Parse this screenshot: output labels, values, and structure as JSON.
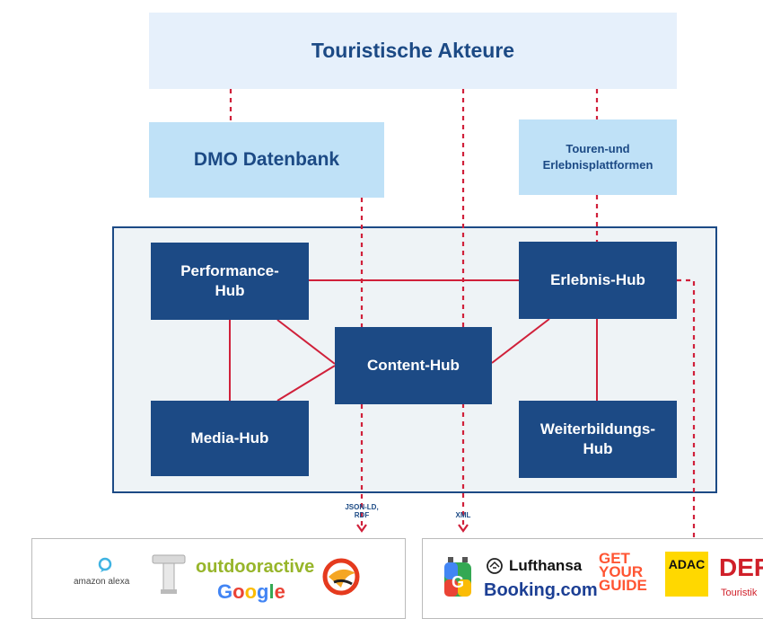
{
  "top": {
    "title": "Touristische Akteure"
  },
  "dmo": {
    "title": "DMO Datenbank"
  },
  "touren": {
    "line1": "Touren-und",
    "line2": "Erlebnisplattformen"
  },
  "hubs": {
    "performance": {
      "line1": "Performance-",
      "line2": "Hub"
    },
    "media": {
      "label": "Media-Hub"
    },
    "content": {
      "label": "Content-Hub"
    },
    "erlebnis": {
      "label": "Erlebnis-Hub"
    },
    "weiterbildung": {
      "line1": "Weiterbildungs-",
      "line2": "Hub"
    }
  },
  "arrows": {
    "jsonld_line1": "JSON-LD,",
    "jsonld_line2": "RDF",
    "xml": "XML"
  },
  "logos_left": {
    "alexa": "amazon alexa",
    "outdooractive": "outdooractive",
    "google": "Google",
    "google_letters": [
      "G",
      "o",
      "o",
      "g",
      "l",
      "e"
    ]
  },
  "logos_right": {
    "lufthansa": "Lufthansa",
    "booking": "Booking.com",
    "gyg": [
      "GET",
      "YOUR",
      "GUIDE"
    ],
    "adac": "ADAC",
    "der": "DER",
    "der_sub": "Touristik"
  },
  "colors": {
    "navy": "#1c4a85",
    "light_blue": "#bfe1f7",
    "pale_blue": "#e6f0fb",
    "connector": "#d0203a"
  }
}
